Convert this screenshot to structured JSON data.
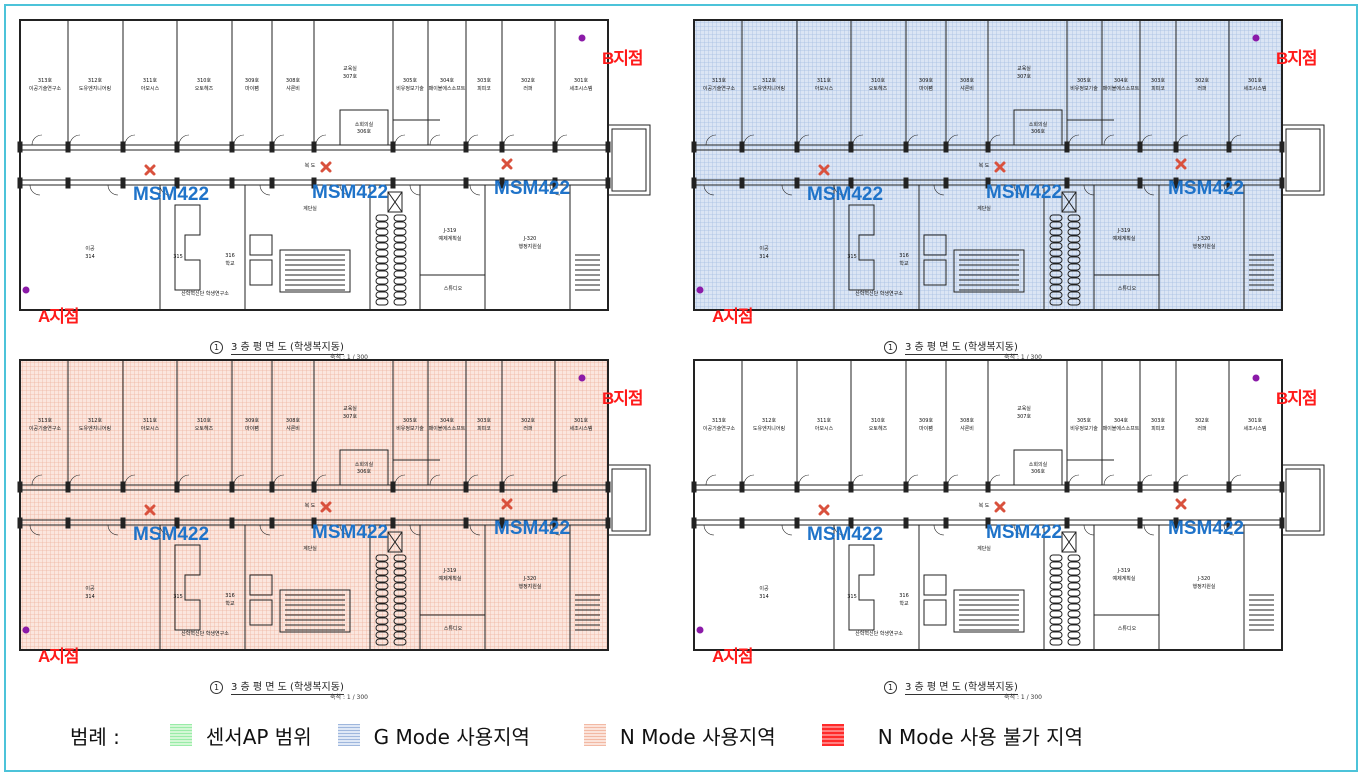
{
  "panels": [
    {
      "id": "panel-1",
      "overlay": "none",
      "point_b": "B지점",
      "point_a": "A지점",
      "ap_labels": [
        "MSM422",
        "MSM422",
        "MSM422"
      ],
      "caption_num": "1",
      "caption": "3 층  평  면  도 (학생복지동)",
      "scale": "축척 : 1 / 300"
    },
    {
      "id": "panel-2",
      "overlay": "blue",
      "point_b": "B지점",
      "point_a": "A지점",
      "ap_labels": [
        "MSM422",
        "MSM422",
        "MSM422"
      ],
      "caption_num": "1",
      "caption": "3 층  평  면  도 (학생복지동)",
      "scale": "축척 : 1 / 300"
    },
    {
      "id": "panel-3",
      "overlay": "peach",
      "point_b": "B지점",
      "point_a": "A지점",
      "ap_labels": [
        "MSM422",
        "MSM422",
        "MSM422"
      ],
      "caption_num": "1",
      "caption": "3 층  평  면  도 (학생복지동)",
      "scale": "축척 : 1 / 300"
    },
    {
      "id": "panel-4",
      "overlay": "none",
      "point_b": "B지점",
      "point_a": "A지점",
      "ap_labels": [
        "MSM422",
        "MSM422",
        "MSM422"
      ],
      "caption_num": "1",
      "caption": "3 층  평  면  도 (학생복지동)",
      "scale": "축척 : 1 / 300"
    }
  ],
  "rooms_top": [
    {
      "num": "313호",
      "name": "이공기술연구소"
    },
    {
      "num": "312호",
      "name": "도유엔지니어링"
    },
    {
      "num": "311호",
      "name": "아모시스"
    },
    {
      "num": "310호",
      "name": "오토헤즈"
    },
    {
      "num": "309호",
      "name": "마이팸"
    },
    {
      "num": "308호",
      "name": "샤론비"
    },
    {
      "num": "교육실",
      "name": "307호"
    },
    {
      "num": "305호",
      "name": "비유정보기술"
    },
    {
      "num": "304호",
      "name": "패이블에스소프트"
    },
    {
      "num": "303호",
      "name": "피피코"
    },
    {
      "num": "302호",
      "name": "러퍼"
    },
    {
      "num": "301호",
      "name": "세조시스템"
    }
  ],
  "room_labels": {
    "meeting": "소회의실\n306호",
    "corridor": "복 도",
    "room314": "이공\n314",
    "room315": "315",
    "room316": "316\n학교",
    "office": "계단실",
    "room319": "J-319\n예제계획실",
    "room320": "J-320\n행정지원실",
    "studio": "스튜디오",
    "lab": "산학혁신단 학생연구소"
  },
  "legend": {
    "title": "범례 :",
    "items": [
      {
        "label": "센서AP 범위",
        "color": "#b9f2c4"
      },
      {
        "label": "G Mode 사용지역",
        "color": "#c6d6ee"
      },
      {
        "label": "N Mode 사용지역",
        "color": "#f6cfc1"
      },
      {
        "label": "N Mode 사용 불가 지역",
        "color": "#ff3030"
      }
    ]
  },
  "colors": {
    "frame": "#4cc3d9",
    "point_label": "#ff1a1a",
    "ap_label": "#1f73c9",
    "ap_marker": "#d9513d",
    "point_dot": "#8b1aa8"
  }
}
